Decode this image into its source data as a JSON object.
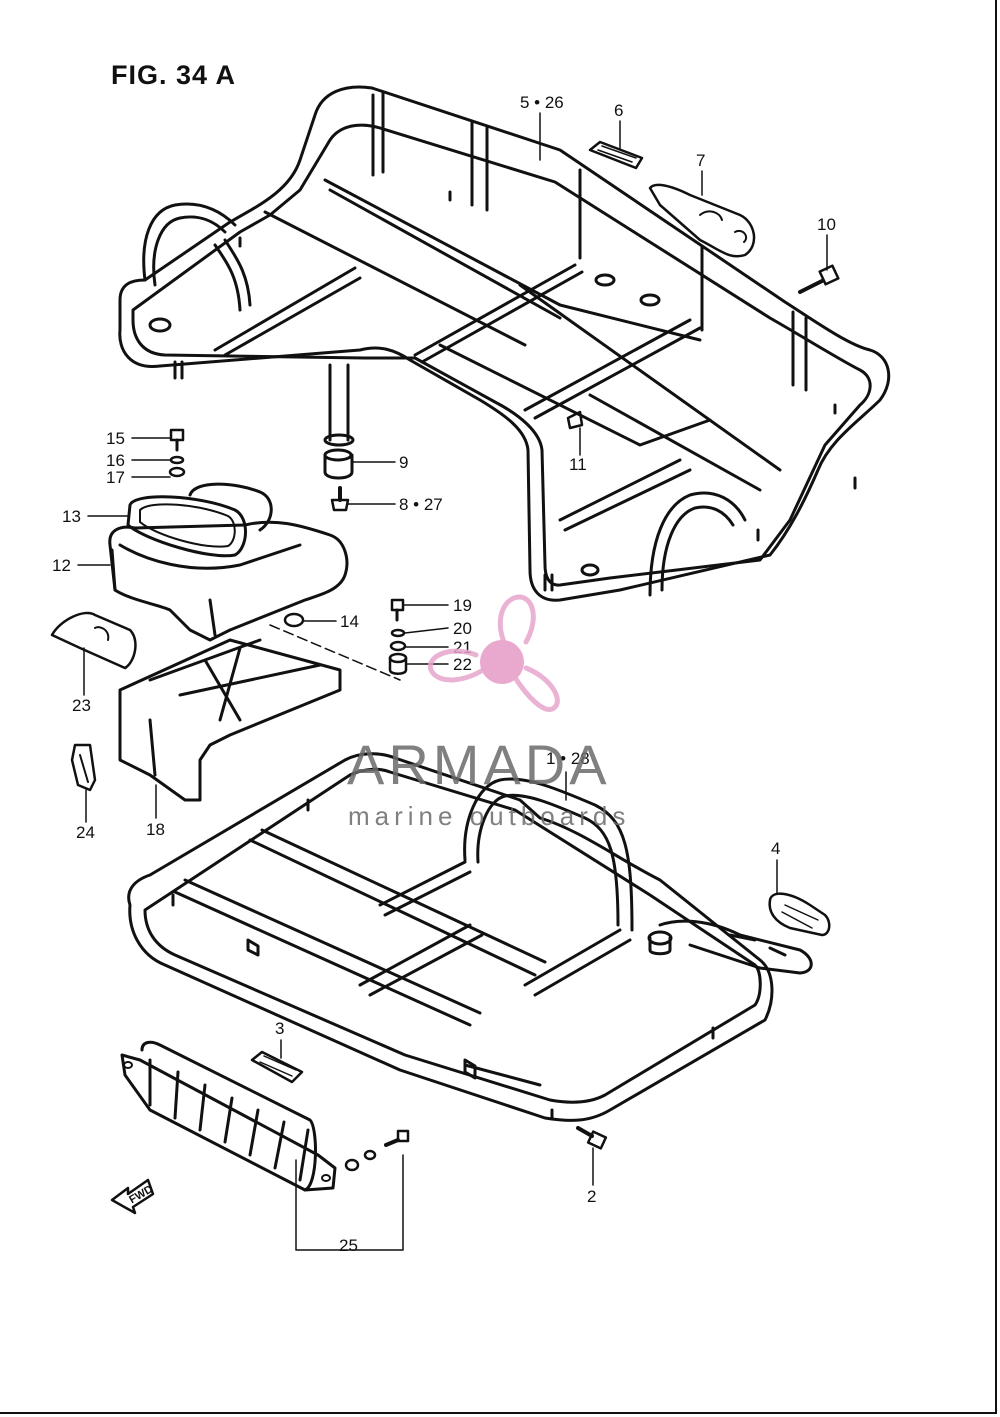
{
  "figure": {
    "title": "FIG. 34 A"
  },
  "callouts": [
    {
      "id": "c-5-26",
      "text": "5 • 26"
    },
    {
      "id": "c-6",
      "text": "6"
    },
    {
      "id": "c-7",
      "text": "7"
    },
    {
      "id": "c-10",
      "text": "10"
    },
    {
      "id": "c-9",
      "text": "9"
    },
    {
      "id": "c-8-27",
      "text": "8 • 27"
    },
    {
      "id": "c-11",
      "text": "11"
    },
    {
      "id": "c-15",
      "text": "15"
    },
    {
      "id": "c-16",
      "text": "16"
    },
    {
      "id": "c-17",
      "text": "17"
    },
    {
      "id": "c-13",
      "text": "13"
    },
    {
      "id": "c-12",
      "text": "12"
    },
    {
      "id": "c-14",
      "text": "14"
    },
    {
      "id": "c-19",
      "text": "19"
    },
    {
      "id": "c-20",
      "text": "20"
    },
    {
      "id": "c-21",
      "text": "21"
    },
    {
      "id": "c-22",
      "text": "22"
    },
    {
      "id": "c-23",
      "text": "23"
    },
    {
      "id": "c-24",
      "text": "24"
    },
    {
      "id": "c-18",
      "text": "18"
    },
    {
      "id": "c-1-28",
      "text": "1 • 28"
    },
    {
      "id": "c-4",
      "text": "4"
    },
    {
      "id": "c-3",
      "text": "3"
    },
    {
      "id": "c-2",
      "text": "2"
    },
    {
      "id": "c-25",
      "text": "25"
    }
  ],
  "fwd_marker": "FWD",
  "watermark": {
    "name": "ARMADA",
    "tagline": "marine outboards",
    "logo_icon": "propeller-icon",
    "logo_color": "#e8a6cc",
    "logo_hub_color": "#e69ac5",
    "text_color": "#6b6b6b"
  },
  "colors": {
    "line": "#111111",
    "background": "#ffffff"
  }
}
